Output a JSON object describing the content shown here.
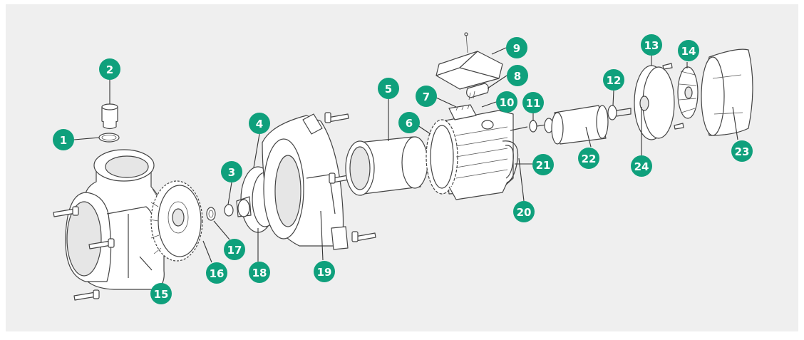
{
  "colors": {
    "accent": "#0fa07c",
    "background": "#efefef",
    "line": "#444444"
  },
  "callouts": [
    {
      "label": "1"
    },
    {
      "label": "2"
    },
    {
      "label": "3"
    },
    {
      "label": "4"
    },
    {
      "label": "5"
    },
    {
      "label": "6"
    },
    {
      "label": "7"
    },
    {
      "label": "8"
    },
    {
      "label": "9"
    },
    {
      "label": "10"
    },
    {
      "label": "11"
    },
    {
      "label": "12"
    },
    {
      "label": "13"
    },
    {
      "label": "14"
    },
    {
      "label": "15"
    },
    {
      "label": "16"
    },
    {
      "label": "17"
    },
    {
      "label": "18"
    },
    {
      "label": "19"
    },
    {
      "label": "20"
    },
    {
      "label": "21"
    },
    {
      "label": "22"
    },
    {
      "label": "23"
    },
    {
      "label": "24"
    }
  ]
}
